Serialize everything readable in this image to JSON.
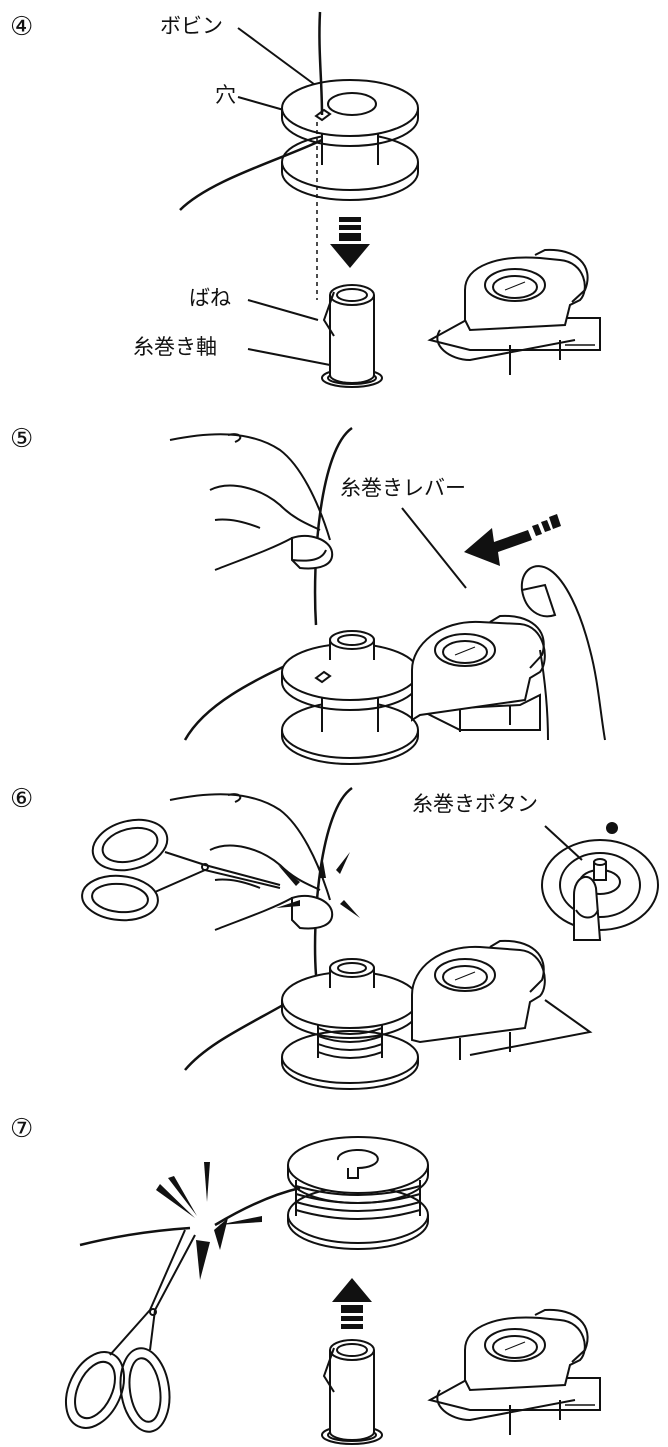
{
  "steps": [
    {
      "number": "④",
      "labels": {
        "bobbin": "ボビン",
        "hole": "穴",
        "spring": "ばね",
        "spindle": "糸巻き軸"
      }
    },
    {
      "number": "⑤",
      "labels": {
        "lever": "糸巻きレバー"
      }
    },
    {
      "number": "⑥",
      "labels": {
        "button": "糸巻きボタン"
      }
    },
    {
      "number": "⑦",
      "labels": {}
    }
  ]
}
